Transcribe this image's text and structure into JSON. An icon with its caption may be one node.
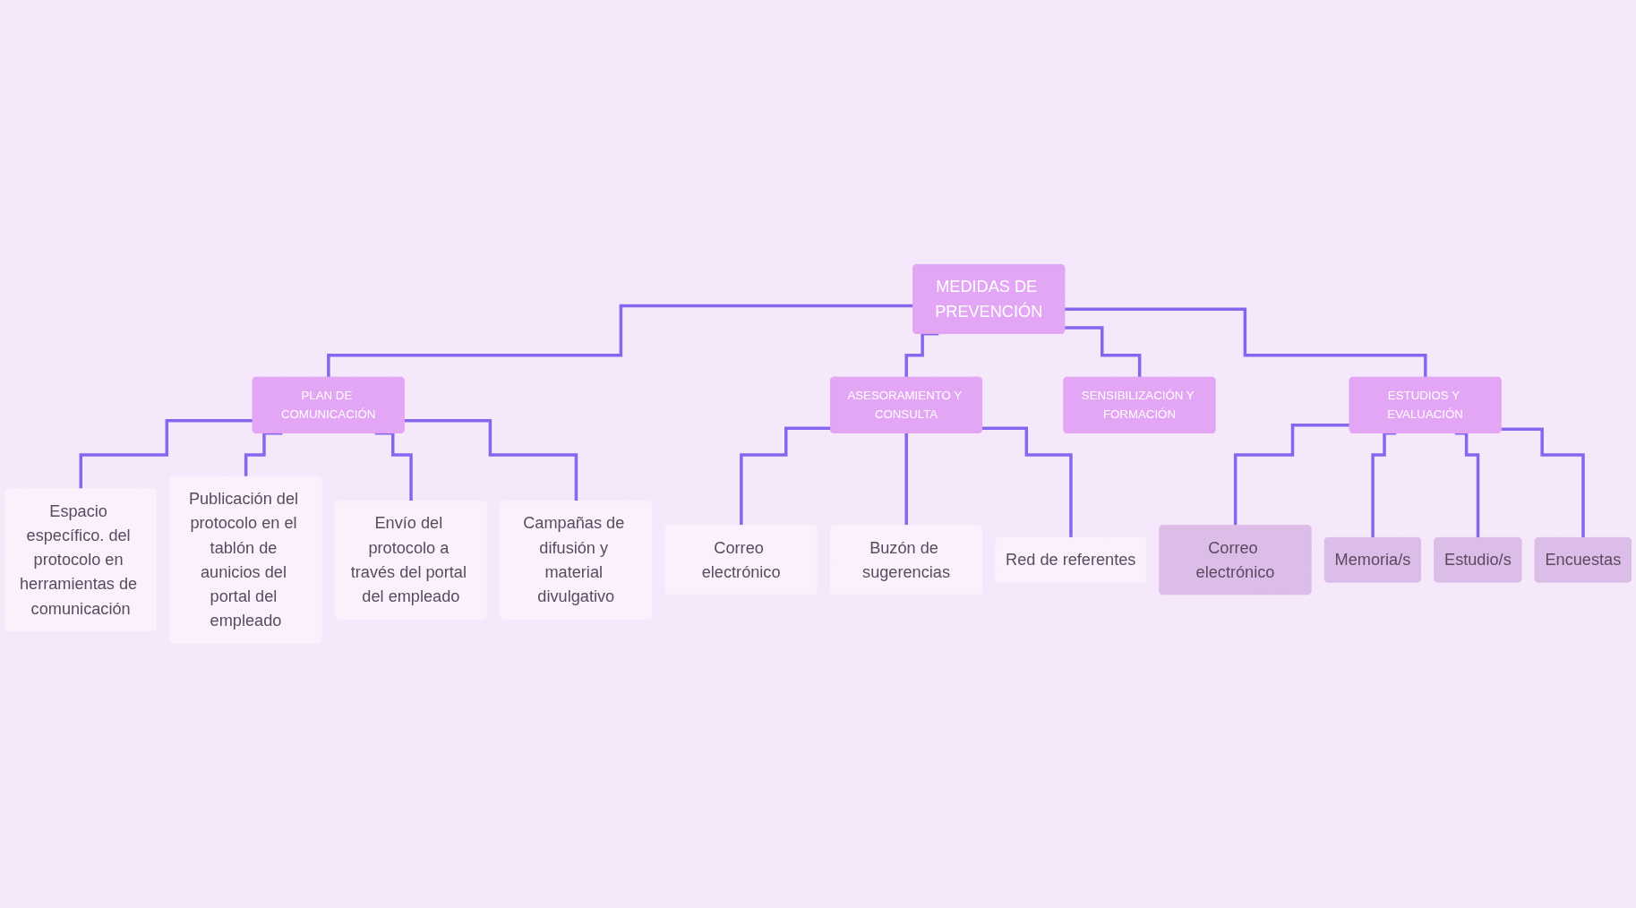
{
  "diagram": {
    "nodes": [
      {
        "text": [
          "MEDIDAS DE PREVENCIÓN"
        ]
      },
      {
        "text": [
          "PLAN DE COMUNICACIÓN"
        ]
      },
      {
        "text": [
          "ASESORAMIENTO Y CONSULTA"
        ]
      },
      {
        "text": [
          "SENSIBILIZACIÓN Y FORMACIÓN"
        ]
      },
      {
        "text": [
          "ESTUDIOS Y EVALUACIÓN"
        ]
      },
      {
        "text": [
          "Espacio específico. del protocolo en herramientas de comunicación"
        ]
      },
      {
        "text": [
          "Publicación del protocolo en el tablón de aunicios del portal del empleado"
        ]
      },
      {
        "text": [
          "Envío del protocolo a través del portal del empleado"
        ]
      },
      {
        "text": [
          "Campañas de difusión y material divulgativo"
        ]
      },
      {
        "text": [
          "Correo electrónico"
        ]
      },
      {
        "text": [
          "Buzón de sugerencias"
        ]
      },
      {
        "text": [
          "Red de referentes"
        ]
      },
      {
        "text": [
          "Correo electrónico"
        ]
      },
      {
        "text": [
          "Memoria/s"
        ]
      },
      {
        "text": [
          "Estudio/s"
        ]
      },
      {
        "text": [
          "Encuestas"
        ]
      }
    ],
    "edges": [
      {
        "from": 0,
        "to": 1,
        "arrow": "none"
      },
      {
        "from": 0,
        "to": 2,
        "arrow": "none"
      },
      {
        "from": 0,
        "to": 3,
        "arrow": "none"
      },
      {
        "from": 0,
        "to": 4,
        "arrow": "none"
      },
      {
        "from": 1,
        "to": 5,
        "arrow": "none"
      },
      {
        "from": 1,
        "to": 6,
        "arrow": "none"
      },
      {
        "from": 1,
        "to": 7,
        "arrow": "none"
      },
      {
        "from": 1,
        "to": 8,
        "arrow": "none"
      },
      {
        "from": 2,
        "to": 9,
        "arrow": "none"
      },
      {
        "from": 2,
        "to": 10,
        "arrow": "none"
      },
      {
        "from": 2,
        "to": 11,
        "arrow": "none"
      },
      {
        "from": 4,
        "to": 12,
        "arrow": "none"
      },
      {
        "from": 4,
        "to": 13,
        "arrow": "none"
      },
      {
        "from": 4,
        "to": 14,
        "arrow": "none"
      },
      {
        "from": 4,
        "to": 15,
        "arrow": "none"
      }
    ]
  }
}
